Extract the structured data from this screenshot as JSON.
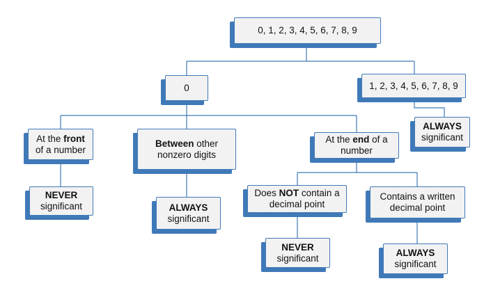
{
  "nodes": {
    "root": {
      "line1": "0, 1, 2, 3, 4, 5, 6, 7, 8, 9"
    },
    "zero": {
      "line1": "0"
    },
    "nonzero": {
      "line1": "1, 2, 3, 4, 5, 6, 7, 8, 9"
    },
    "nonzero_result": {
      "bold": "ALWAYS",
      "text": "significant"
    },
    "front": {
      "pre": "At the ",
      "bold": "front",
      "line2": "of a number"
    },
    "front_result": {
      "bold": "NEVER",
      "text": "significant"
    },
    "between": {
      "bold": "Between",
      "post": " other",
      "line2": "nonzero digits"
    },
    "between_result": {
      "bold": "ALWAYS",
      "text": "significant"
    },
    "end": {
      "pre": "At the ",
      "bold": "end",
      "post": " of a",
      "line2": "number"
    },
    "no_decimal": {
      "pre": "Does ",
      "bold": "NOT",
      "post": " contain a",
      "line2": "decimal point"
    },
    "no_decimal_result": {
      "bold": "NEVER",
      "text": "significant"
    },
    "decimal": {
      "line1": "Contains a written",
      "line2": "decimal point"
    },
    "decimal_result": {
      "bold": "ALWAYS",
      "text": "significant"
    }
  },
  "colors": {
    "connector": "#3f79b8",
    "box_fill": "#f2f2f2",
    "box_shadow": "#3f79b8"
  }
}
